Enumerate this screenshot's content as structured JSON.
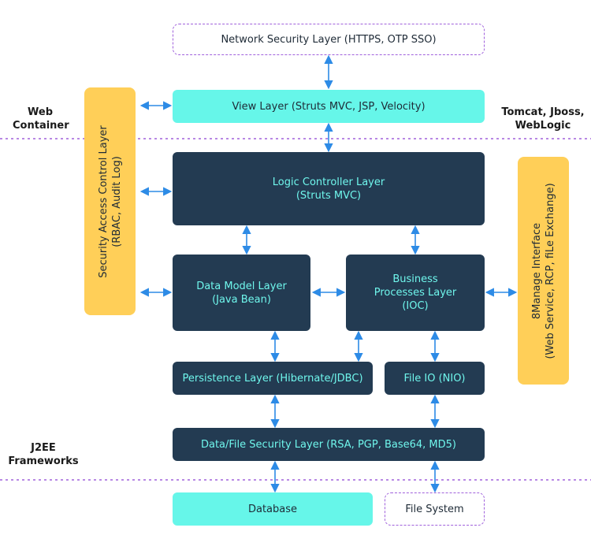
{
  "labels": {
    "web_container_1": "Web",
    "web_container_2": "Container",
    "tomcat_1": "Tomcat, Jboss,",
    "tomcat_2": "WebLogic",
    "j2ee_1": "J2EE",
    "j2ee_2": "Frameworks"
  },
  "boxes": {
    "network_security": "Network Security Layer (HTTPS, OTP SSO)",
    "view_layer": "View Layer (Struts MVC, JSP, Velocity)",
    "logic_controller_1": "Logic Controller Layer",
    "logic_controller_2": "(Struts MVC)",
    "data_model_1": "Data Model Layer",
    "data_model_2": "(Java Bean)",
    "business_1": "Business",
    "business_2": "Processes Layer",
    "business_3": "(IOC)",
    "persistence": "Persistence Layer (Hibernate/JDBC)",
    "file_io": "File IO (NIO)",
    "data_file_security": "Data/File Security Layer (RSA, PGP, Base64, MD5)",
    "database": "Database",
    "file_system": "File System",
    "security_access_1": "Security Access Control Layer",
    "security_access_2": "(RBAC, Audit Log)",
    "manage_interface_1": "8Manage Interface",
    "manage_interface_2": "(Web Service, RCP, fiLe Exchange)"
  },
  "colors": {
    "dark_box": "#233b52",
    "dark_text": "#6ff6ec",
    "teal_box": "#66f6e9",
    "orange_box": "#ffcf58",
    "dashed_border": "#a061dc",
    "arrow": "#2d8be6"
  }
}
